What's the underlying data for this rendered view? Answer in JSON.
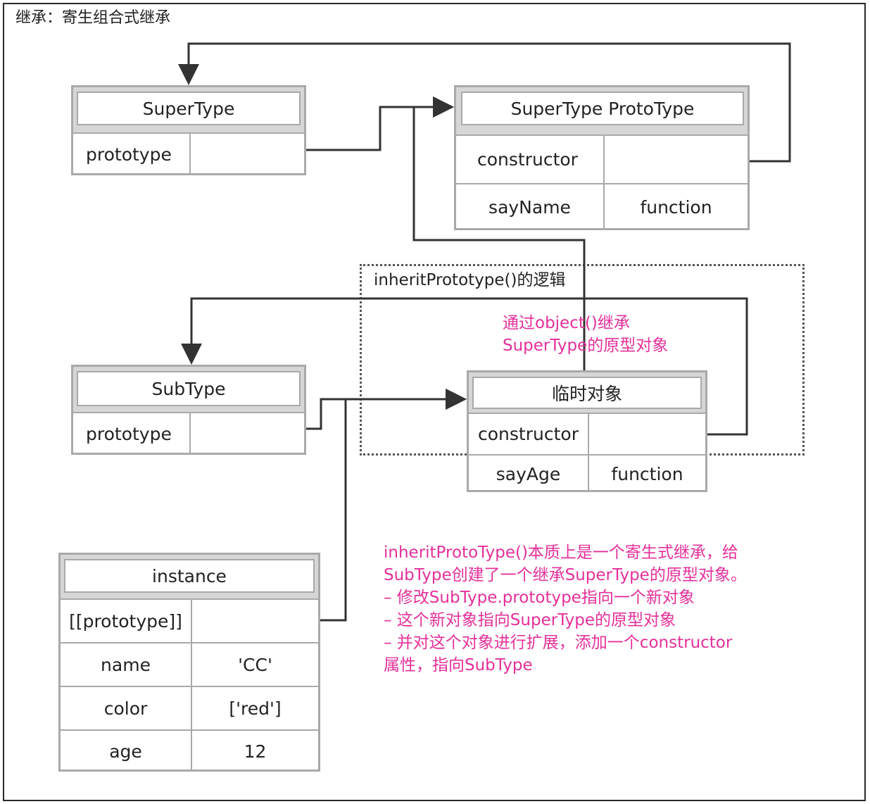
{
  "title": "继承：寄生组合式继承",
  "supertype": {
    "header": "SuperType",
    "row_label": "prototype",
    "row_value": ""
  },
  "supertype_proto": {
    "header": "SuperType ProtoType",
    "rows": [
      {
        "label": "constructor",
        "value": ""
      },
      {
        "label": "sayName",
        "value": "function"
      }
    ]
  },
  "subtype": {
    "header": "SubType",
    "row_label": "prototype",
    "row_value": ""
  },
  "temp": {
    "header": "临时对象",
    "rows": [
      {
        "label": "constructor",
        "value": ""
      },
      {
        "label": "sayAge",
        "value": "function"
      }
    ]
  },
  "instance": {
    "header": "instance",
    "rows": [
      {
        "label": "[[prototype]]",
        "value": ""
      },
      {
        "label": "name",
        "value": "'CC'"
      },
      {
        "label": "color",
        "value": "['red']"
      },
      {
        "label": "age",
        "value": "12"
      }
    ]
  },
  "logic_group_label": "inheritPrototype()的逻辑",
  "note_object": [
    "通过object()继承",
    "SuperType的原型对象"
  ],
  "note_main": [
    "inheritProtoType()本质上是一个寄生式继承，给",
    "SubType创建了一个继承SuperType的原型对象。",
    " – 修改SubType.prototype指向一个新对象",
    " – 这个新对象指向SuperType的原型对象",
    " – 并对这个对象进行扩展，添加一个constructor",
    "属性，指向SubType"
  ],
  "colors": {
    "note": "#e5309a",
    "border": "#a9a9a9",
    "header_band": "#d6d6d6",
    "wire": "#333333"
  }
}
